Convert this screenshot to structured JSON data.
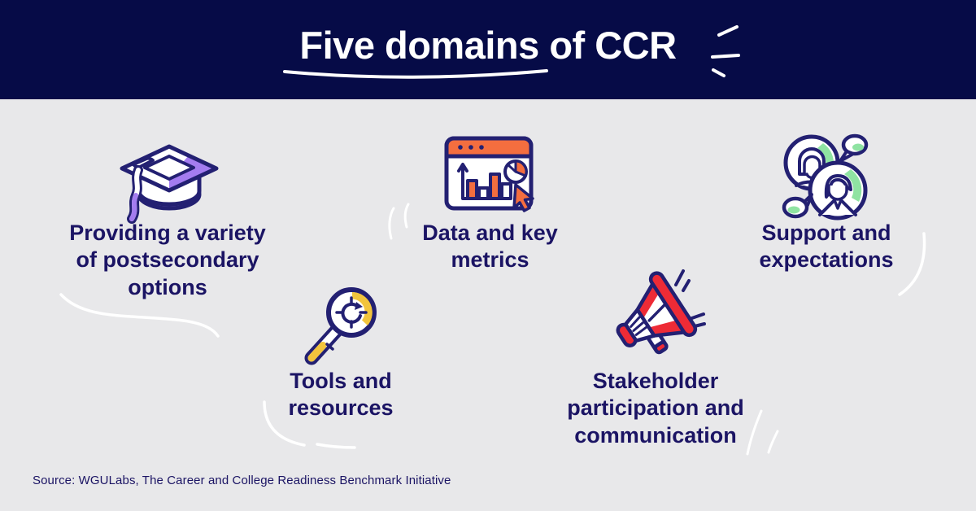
{
  "header": {
    "title": "Five domains of CCR"
  },
  "items": [
    {
      "icon": "graduation-cap-icon",
      "label": "Providing a variety of postsecondary options"
    },
    {
      "icon": "dashboard-chart-icon",
      "label": "Data and key metrics"
    },
    {
      "icon": "people-conversation-icon",
      "label": "Support and expectations"
    },
    {
      "icon": "magnifier-gear-icon",
      "label": "Tools and resources"
    },
    {
      "icon": "megaphone-icon",
      "label": "Stakeholder participation and communication"
    }
  ],
  "footer": {
    "source": "Source: WGULabs, The Career and College Readiness Benchmark Initiative"
  },
  "colors": {
    "navy": "#060b47",
    "ink": "#1b1464",
    "outline": "#232072",
    "bg": "#e8e8ea",
    "purple": "#a47cf0",
    "purple-light": "#c9b4f7",
    "orange": "#f46e3f",
    "green": "#8fe3a2",
    "yellow": "#f2c43d",
    "red": "#ee2b36",
    "white": "#ffffff"
  }
}
